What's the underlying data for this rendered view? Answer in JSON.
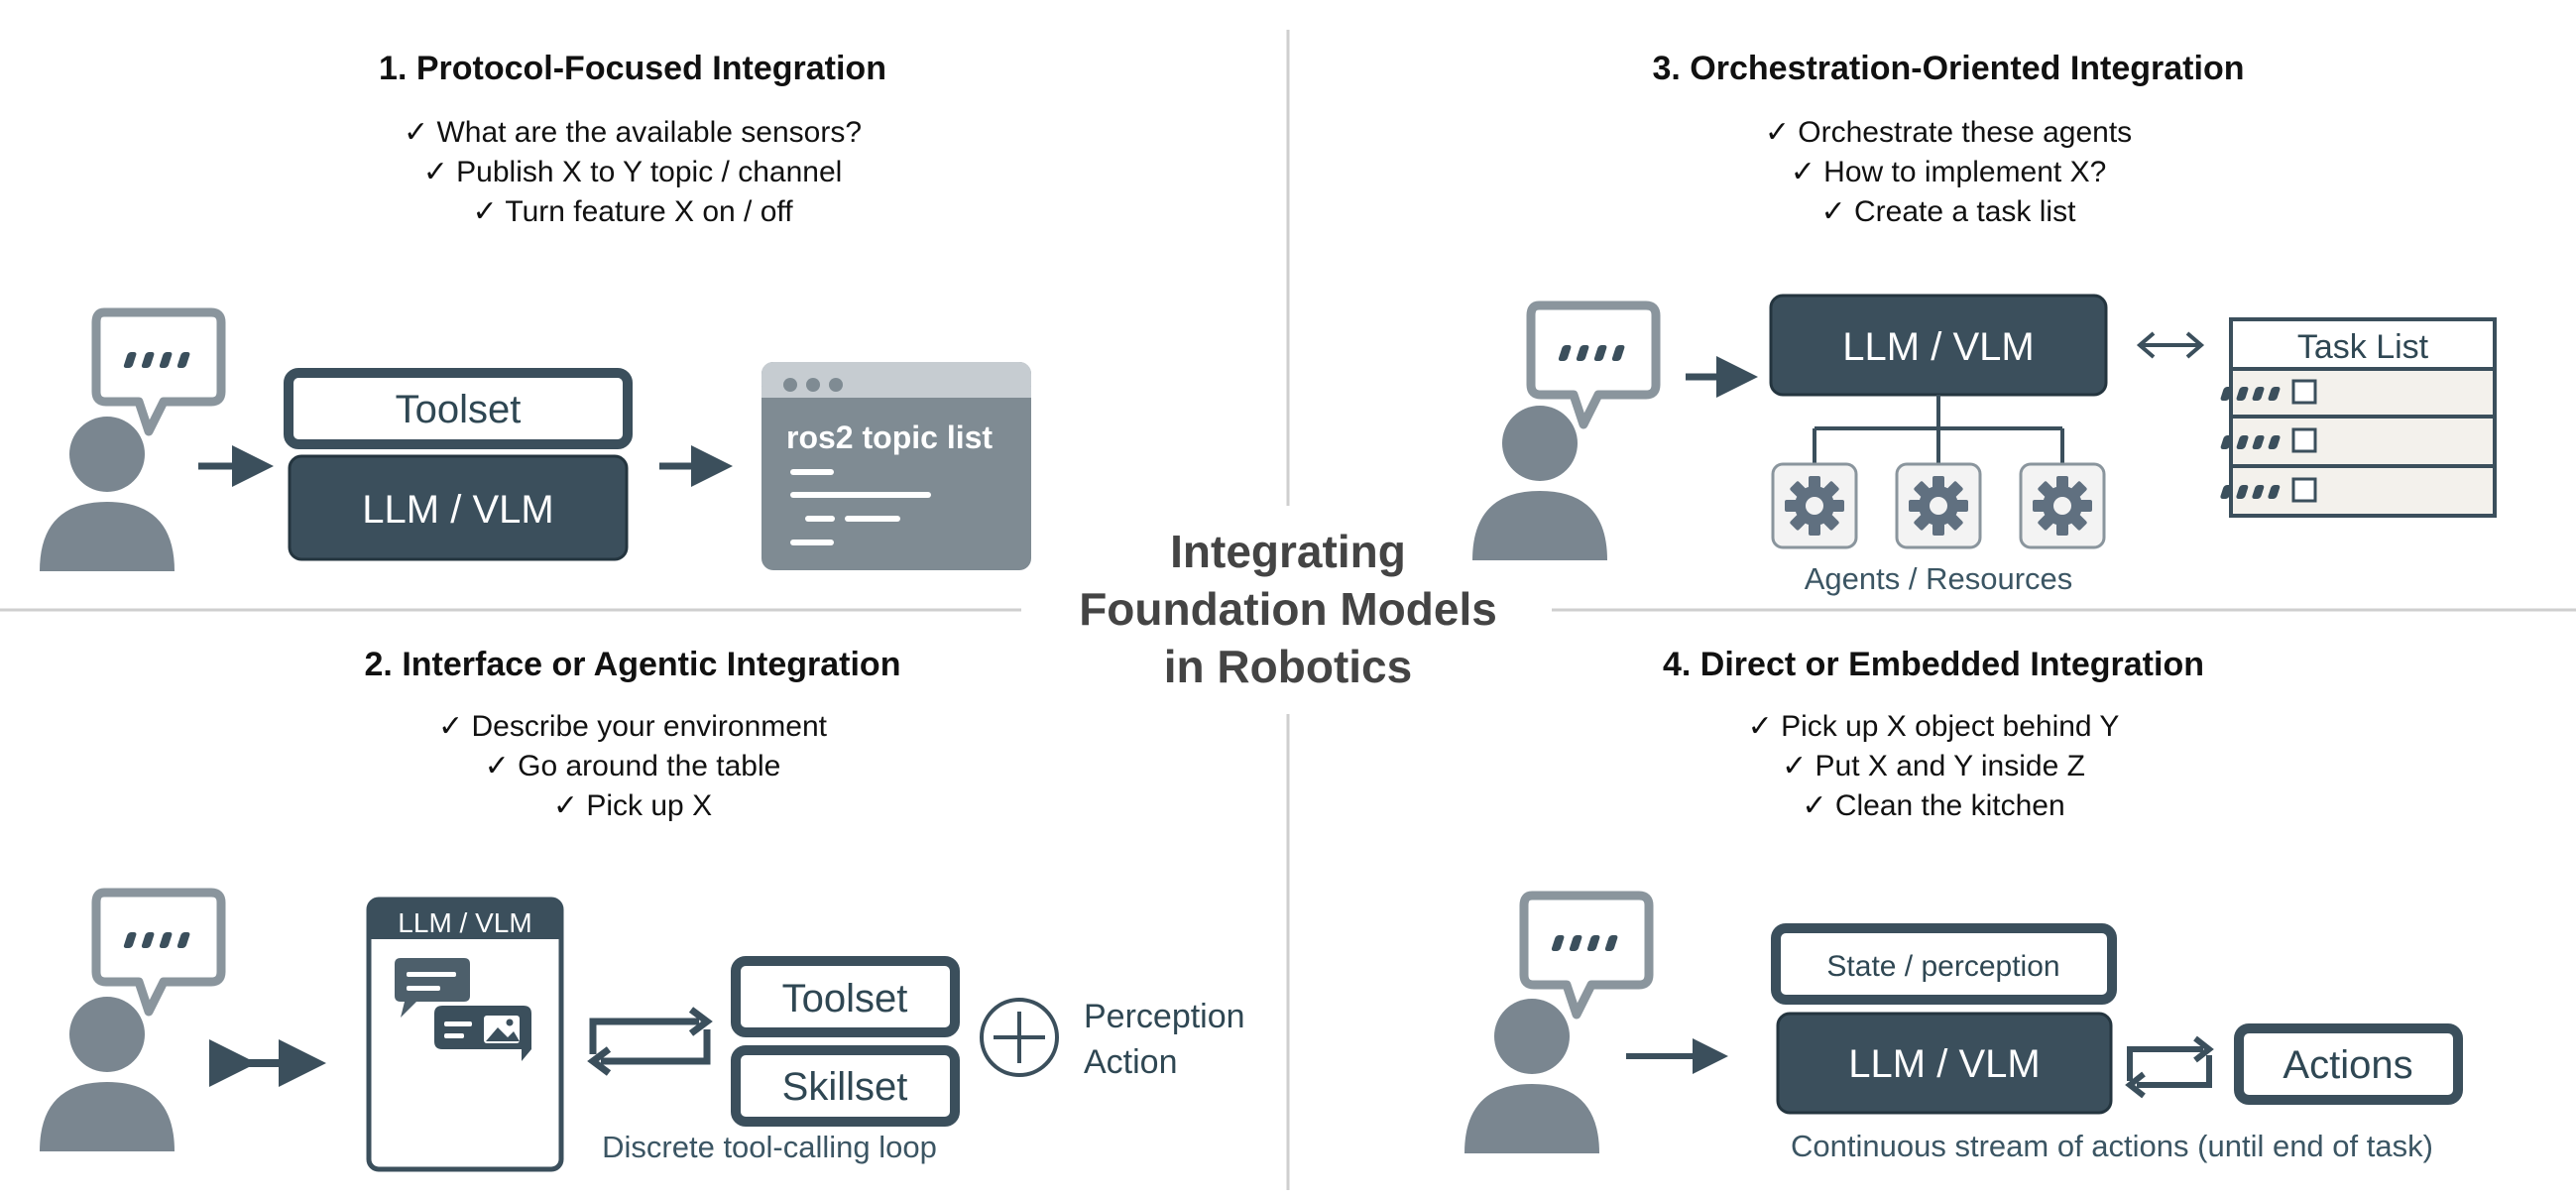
{
  "center_title": {
    "line1": "Integrating",
    "line2": "Foundation Models",
    "line3": "in Robotics"
  },
  "colors": {
    "dark_box": "#3b4f5c",
    "person_gray": "#7a8690",
    "line_gray": "#c8c8c8",
    "window_gray": "#7f8b93",
    "text": "#111111"
  },
  "panel1": {
    "title": "1. Protocol-Focused Integration",
    "checks": [
      "✓ What are the available sensors?",
      "✓ Publish X to Y topic / channel",
      "✓ Turn feature X on / off"
    ],
    "toolset_label": "Toolset",
    "model_label": "LLM / VLM",
    "terminal_text": "ros2 topic list"
  },
  "panel2": {
    "title": "2. Interface or Agentic Integration",
    "checks": [
      "✓ Describe your environment",
      "✓ Go around the table",
      "✓ Pick up X"
    ],
    "phone_label": "LLM / VLM",
    "toolset_label": "Toolset",
    "skillset_label": "Skillset",
    "caption": "Discrete tool-calling loop",
    "plus_line1": "Perception",
    "plus_line2": "Action"
  },
  "panel3": {
    "title": "3. Orchestration-Oriented Integration",
    "checks": [
      "✓ Orchestrate these agents",
      "✓ How to implement X?",
      "✓ Create a task list"
    ],
    "model_label": "LLM / VLM",
    "task_list_title": "Task List",
    "agents_caption": "Agents / Resources"
  },
  "panel4": {
    "title": "4. Direct or Embedded Integration",
    "checks": [
      "✓ Pick up X object behind Y",
      "✓ Put X and Y inside Z",
      "✓ Clean the kitchen"
    ],
    "state_label": "State / perception",
    "model_label": "LLM / VLM",
    "actions_label": "Actions",
    "caption": "Continuous stream of actions (until end of task)"
  },
  "icons": [
    "user-icon",
    "speech-bubble-icon",
    "arrow-right-icon",
    "double-arrow-icon",
    "loop-arrows-icon",
    "gear-icon",
    "checkbox-icon",
    "plus-circle-icon",
    "terminal-window-icon",
    "chat-phone-icon"
  ]
}
